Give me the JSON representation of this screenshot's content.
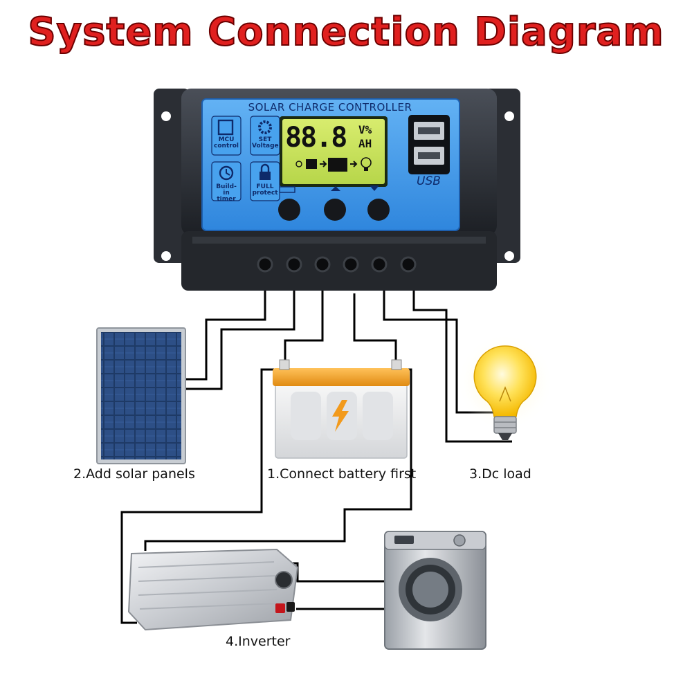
{
  "title": "System Connection Diagram",
  "controller": {
    "heading": "SOLAR CHARGE CONTROLLER",
    "lcd_value": "88.8",
    "lcd_units_top": "V%",
    "lcd_units_bottom": "AH",
    "features": [
      {
        "icon": "chip-icon",
        "label": "MCU control"
      },
      {
        "icon": "gear-icon",
        "label": "SET Voltage"
      },
      {
        "icon": "clock-icon",
        "label": "Build-in timer"
      },
      {
        "icon": "lock-icon",
        "label": "FULL protect"
      }
    ],
    "usb_label": "USB"
  },
  "steps": {
    "battery": "1.Connect battery first",
    "solar": "2.Add solar panels",
    "load": "3.Dc load",
    "inverter": "4.Inverter"
  },
  "colors": {
    "title_red": "#e0201f",
    "panel_blue": "#3a8fe0",
    "lcd_green": "#c9e25a",
    "battery_orange": "#f0a030",
    "wire_black": "#000000"
  }
}
